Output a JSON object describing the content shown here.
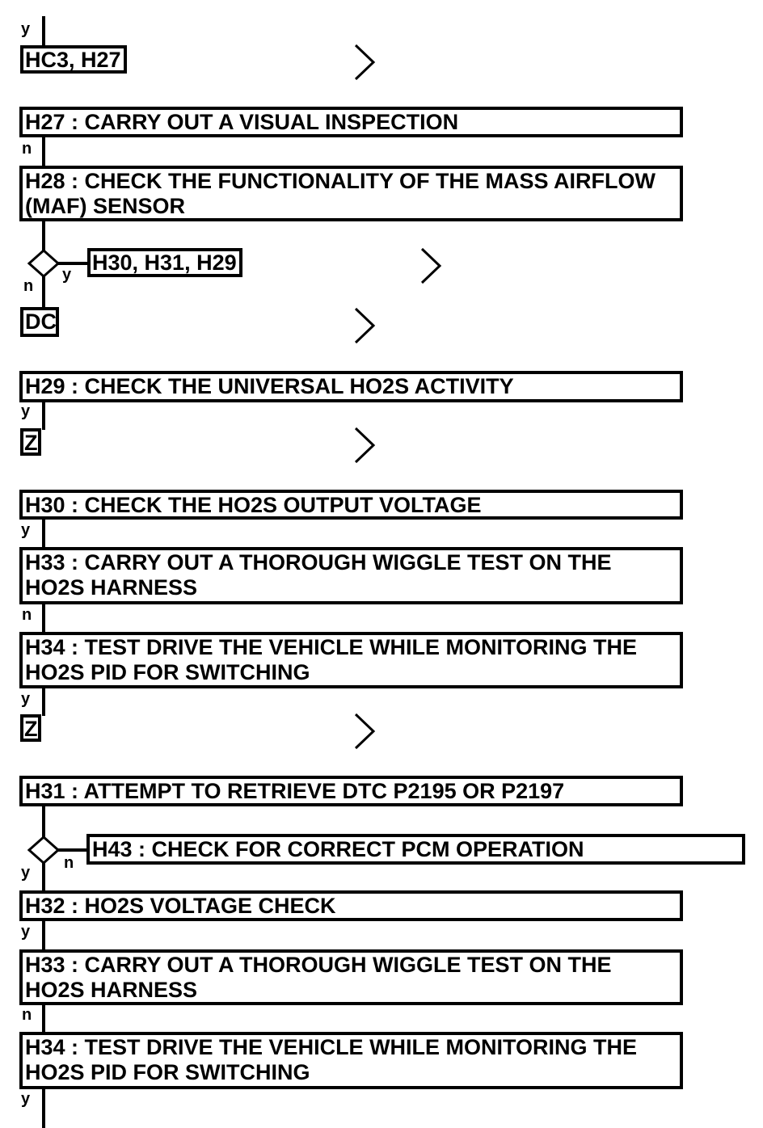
{
  "refs": {
    "r1": "HC3, H27",
    "r2": "H30, H31, H29",
    "r3": "DC",
    "r4": "Z",
    "r5": "Z"
  },
  "steps": {
    "h27": "H27 : CARRY OUT A VISUAL INSPECTION",
    "h28": "H28 : CHECK THE FUNCTIONALITY OF THE MASS AIRFLOW\n(MAF) SENSOR",
    "h29": "H29 : CHECK THE UNIVERSAL HO2S ACTIVITY",
    "h30": "H30 : CHECK THE HO2S OUTPUT VOLTAGE",
    "h33a": "H33 : CARRY OUT A THOROUGH WIGGLE TEST ON THE\nHO2S HARNESS",
    "h34a": "H34 : TEST DRIVE THE VEHICLE WHILE MONITORING THE\nHO2S PID FOR SWITCHING",
    "h31": "H31 : ATTEMPT TO RETRIEVE DTC P2195 OR P2197",
    "h43": "H43 : CHECK FOR CORRECT PCM OPERATION",
    "h32": "H32 : HO2S VOLTAGE CHECK",
    "h33b": "H33 : CARRY OUT A THOROUGH WIGGLE TEST ON THE\nHO2S HARNESS",
    "h34b": "H34 : TEST DRIVE THE VEHICLE WHILE MONITORING THE\nHO2S PID FOR SWITCHING"
  },
  "labels": {
    "y": "y",
    "n": "n"
  }
}
